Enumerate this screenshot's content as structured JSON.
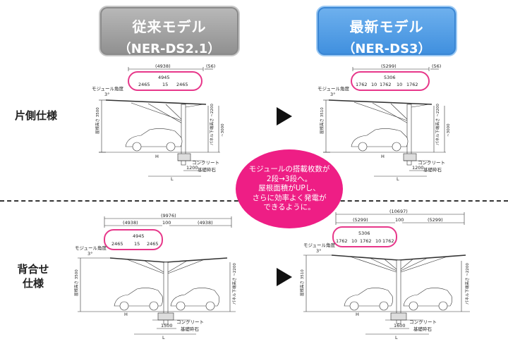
{
  "headers": {
    "old_title": "従来モデル",
    "old_model": "（NER-DS2.1）",
    "new_title": "最新モデル",
    "new_model": "（NER-DS3）",
    "old_color": "#9e9e9e",
    "new_color": "#4a96e0"
  },
  "row_labels": {
    "single": "片側仕様",
    "back_to_back_line1": "背合せ",
    "back_to_back_line2": "仕様"
  },
  "callout": {
    "line1": "モジュールの搭載枚数が",
    "line2": "2段→3段へ。",
    "line3": "屋根面積がUPし、",
    "line4": "さらに効率よく発電が",
    "line5": "できるように。",
    "color": "#ee1e85"
  },
  "diagrams": {
    "old_single": {
      "top_dim": "(4938)",
      "edge_dim": "(56)",
      "module_total": "4945",
      "module_a": "2465",
      "module_gap": "15",
      "module_b": "2465",
      "angle_label": "モジュール角度",
      "angle_value": "3°",
      "left_height": "屋根高さ 3500",
      "right_height": "パネル下端高さ ~2200",
      "right_height2": "~3000",
      "concrete": "コンクリート",
      "foundation": "基礎砕石",
      "foot_width": "1200",
      "span": "L",
      "h_label": "H"
    },
    "new_single": {
      "top_dim": "(5299)",
      "edge_dim": "(56)",
      "module_total": "5306",
      "module_a": "1762",
      "module_gap": "10",
      "module_b": "1762",
      "module_gap2": "10",
      "module_c": "1762",
      "angle_label": "モジュール角度",
      "angle_value": "3°",
      "left_height": "屋根高さ 3510",
      "right_height": "パネル下端高さ ~2200",
      "right_height2": "~3000",
      "concrete": "コンクリート",
      "foundation": "基礎砕石",
      "foot_width": "1200",
      "span": "L",
      "h_label": "H"
    },
    "old_back": {
      "overall": "(9976)",
      "top_left": "(4938)",
      "top_mid": "100",
      "top_right": "(4938)",
      "module_total": "4945",
      "module_a": "2465",
      "module_gap": "15",
      "module_b": "2465",
      "angle_label": "モジュール角度",
      "angle_value": "3°",
      "left_height": "屋根高さ 3500",
      "right_height": "パネル下端高さ ~2200",
      "concrete": "コンクリート",
      "foundation": "基礎砕石",
      "foot_width": "1500",
      "span": "L",
      "h_label": "H"
    },
    "new_back": {
      "overall": "(10697)",
      "top_left": "(5299)",
      "top_mid": "100",
      "top_right": "(5299)",
      "module_total": "5306",
      "module_a": "1762",
      "module_gap": "10",
      "module_b": "1762",
      "module_gap2": "10",
      "module_c": "1762",
      "angle_label": "モジュール角度",
      "angle_value": "3°",
      "left_height": "屋根高さ 3510",
      "right_height": "パネル下端高さ ~2200",
      "concrete": "コンクリート",
      "foundation": "基礎砕石",
      "foot_width": "1600",
      "span": "L",
      "h_label": "H"
    }
  }
}
